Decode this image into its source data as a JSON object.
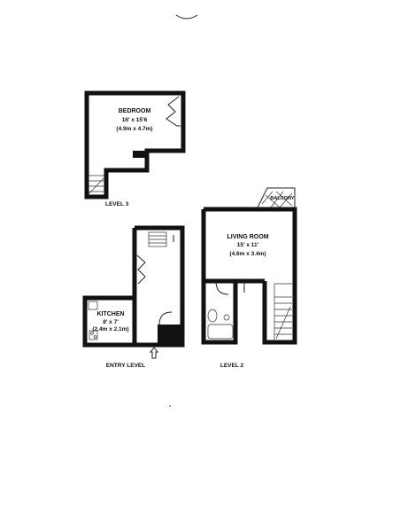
{
  "floorplan": {
    "level3": {
      "room_name": "BEDROOM",
      "room_dim_imperial": "16' x 15'6",
      "room_dim_metric": "(4.9m x 4.7m)",
      "level_label": "LEVEL 3"
    },
    "entry": {
      "room_name": "KITCHEN",
      "room_dim_imperial": "8' x 7'",
      "room_dim_metric": "(2.4m x 2.1m)",
      "level_label": "ENTRY LEVEL"
    },
    "level2": {
      "room_name": "LIVING ROOM",
      "room_dim_imperial": "15' x 11'",
      "room_dim_metric": "(4.6m x 3.4m)",
      "balcony_label": "BALCONY",
      "level_label": "LEVEL 2"
    }
  }
}
